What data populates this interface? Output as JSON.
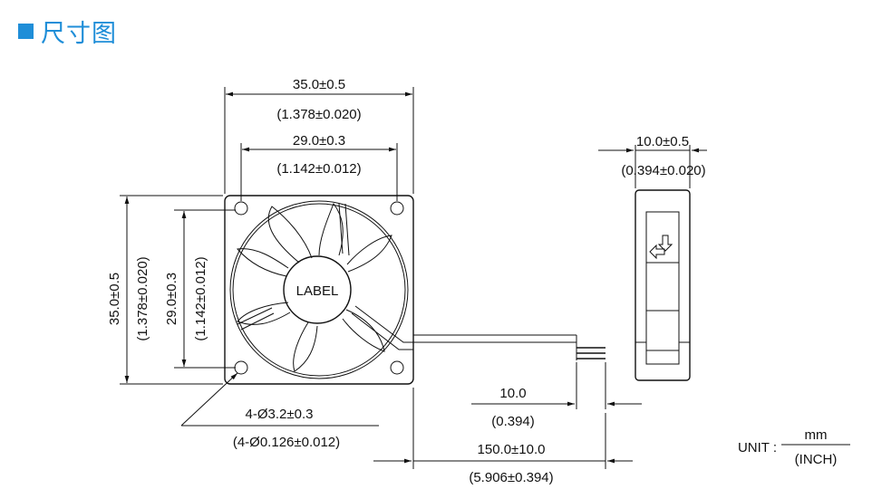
{
  "header": {
    "title": "尺寸图",
    "accent": "#1f8ed8"
  },
  "front_view": {
    "label": "LABEL",
    "width_mm": "35.0±0.5",
    "width_inch": "(1.378±0.020)",
    "hole_spacing_mm": "29.0±0.3",
    "hole_spacing_inch": "(1.142±0.012)",
    "height_mm": "35.0±0.5",
    "height_inch": "(1.378±0.020)",
    "v_hole_spacing_mm": "29.0±0.3",
    "v_hole_spacing_inch": "(1.142±0.012)",
    "hole_dia_mm": "4-Ø3.2±0.3",
    "hole_dia_inch": "(4-Ø0.126±0.012)"
  },
  "side_view": {
    "depth_mm": "10.0±0.5",
    "depth_inch": "(0.394±0.020)"
  },
  "cable": {
    "strip_mm": "10.0",
    "strip_inch": "(0.394)",
    "length_mm": "150.0±10.0",
    "length_inch": "(5.906±0.394)"
  },
  "units": {
    "prefix": "UNIT :",
    "numerator": "mm",
    "denominator": "(INCH)"
  }
}
